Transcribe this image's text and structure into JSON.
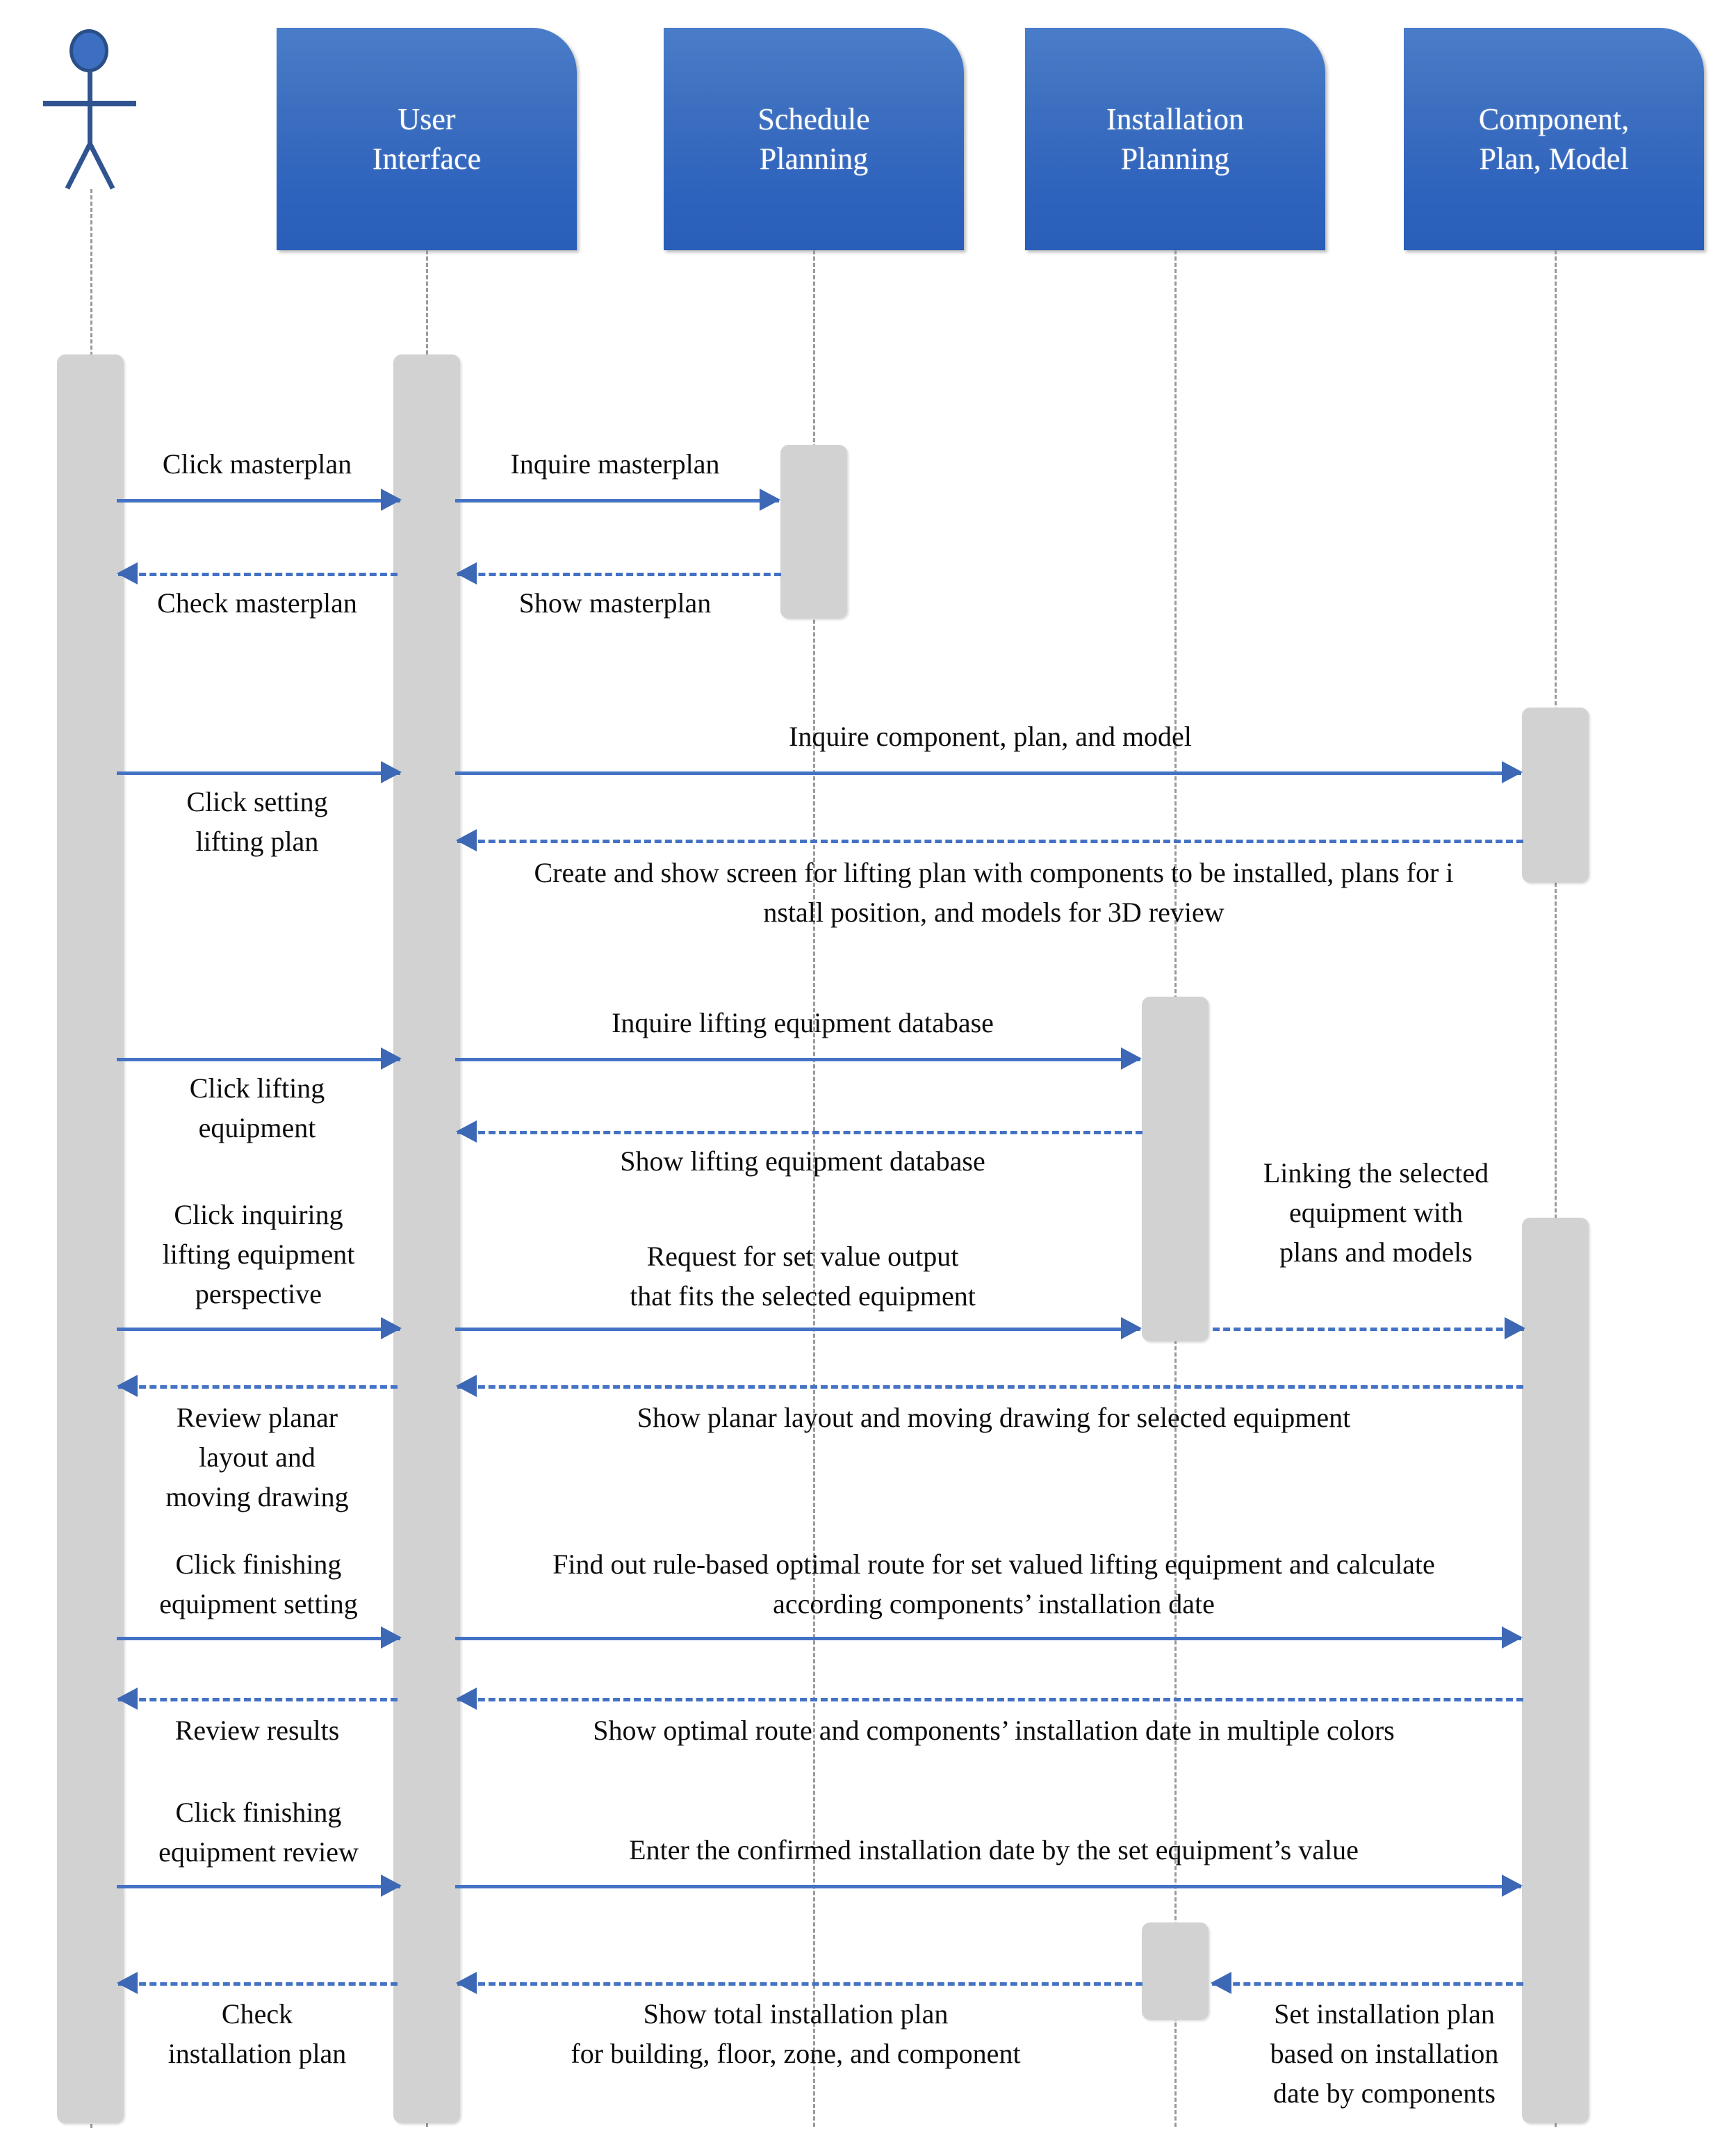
{
  "diagram": {
    "type": "uml-sequence-diagram",
    "actor": {
      "name": "actor-stick-figure",
      "label": ""
    },
    "participants": [
      {
        "id": "ui",
        "line1": "User",
        "line2": "Interface"
      },
      {
        "id": "schedule",
        "line1": "Schedule",
        "line2": "Planning"
      },
      {
        "id": "install",
        "line1": "Installation",
        "line2": "Planning"
      },
      {
        "id": "component",
        "line1": "Component,",
        "line2": "Plan, Model"
      }
    ],
    "messages": [
      {
        "id": "m01",
        "text": "Click masterplan",
        "from": "actor",
        "to": "ui",
        "style": "solid"
      },
      {
        "id": "m02",
        "text": "Inquire masterplan",
        "from": "ui",
        "to": "schedule",
        "style": "solid"
      },
      {
        "id": "m03",
        "text": "Check masterplan",
        "from": "ui",
        "to": "actor",
        "style": "dashed"
      },
      {
        "id": "m04",
        "text": "Show masterplan",
        "from": "schedule",
        "to": "ui",
        "style": "dashed"
      },
      {
        "id": "m05",
        "text": "Inquire component, plan, and model",
        "from": "ui",
        "to": "component",
        "style": "solid"
      },
      {
        "id": "m06",
        "text": "Click setting\nlifting plan",
        "from": "actor",
        "to": "ui",
        "style": "solid"
      },
      {
        "id": "m07",
        "text": "Create and show screen for lifting plan with components to be installed, plans for i\nnstall position, and models for 3D review",
        "from": "component",
        "to": "ui",
        "style": "dashed"
      },
      {
        "id": "m08",
        "text": "Inquire lifting equipment database",
        "from": "ui",
        "to": "install",
        "style": "solid"
      },
      {
        "id": "m09",
        "text": "Click lifting\nequipment",
        "from": "actor",
        "to": "ui",
        "style": "solid"
      },
      {
        "id": "m10",
        "text": "Show lifting equipment database",
        "from": "install",
        "to": "ui",
        "style": "dashed"
      },
      {
        "id": "m11",
        "text": "Linking the selected\nequipment with\nplans and models",
        "from": "install",
        "to": "component",
        "style": "dashed"
      },
      {
        "id": "m12",
        "text": "Click inquiring\nlifting equipment\nperspective",
        "from": "actor",
        "to": "ui",
        "style": "solid"
      },
      {
        "id": "m13",
        "text": "Request for set value output\nthat fits the selected equipment",
        "from": "ui",
        "to": "install",
        "style": "solid"
      },
      {
        "id": "m14",
        "text": "Review planar\nlayout and\nmoving drawing",
        "from": "ui",
        "to": "actor",
        "style": "dashed"
      },
      {
        "id": "m15",
        "text": "Show planar layout and moving drawing  for selected equipment",
        "from": "component",
        "to": "ui",
        "style": "dashed"
      },
      {
        "id": "m16",
        "text": "Click finishing\nequipment setting",
        "from": "actor",
        "to": "ui",
        "style": "solid"
      },
      {
        "id": "m17",
        "text": "Find out rule-based optimal route for set valued lifting equipment and calculate\naccording components’ installation date",
        "from": "ui",
        "to": "component",
        "style": "solid"
      },
      {
        "id": "m18",
        "text": "Review results",
        "from": "ui",
        "to": "actor",
        "style": "dashed"
      },
      {
        "id": "m19",
        "text": "Show optimal route and components’ installation date in multiple colors",
        "from": "component",
        "to": "ui",
        "style": "dashed"
      },
      {
        "id": "m20",
        "text": "Click finishing\nequipment review",
        "from": "actor",
        "to": "ui",
        "style": "solid"
      },
      {
        "id": "m21",
        "text": "Enter the confirmed installation date by the set equipment’s  value",
        "from": "ui",
        "to": "component",
        "style": "solid"
      },
      {
        "id": "m22",
        "text": "Check\ninstallation plan",
        "from": "ui",
        "to": "actor",
        "style": "dashed"
      },
      {
        "id": "m23",
        "text": "Show total installation plan\nfor building,  floor, zone, and component",
        "from": "install",
        "to": "ui",
        "style": "dashed"
      },
      {
        "id": "m24",
        "text": "Set installation plan\nbased on installation\ndate by components",
        "from": "component",
        "to": "install",
        "style": "dashed"
      }
    ],
    "colors": {
      "participant_box": "#2e63bd",
      "arrow": "#4472c4",
      "arrow_head": "#3c68b5",
      "activation": "#d2d2d2",
      "lifeline": "#9a9a9a",
      "actor_fill": "#3c6fc2",
      "actor_outline": "#2a4f86",
      "text": "#0d0d0d"
    }
  }
}
